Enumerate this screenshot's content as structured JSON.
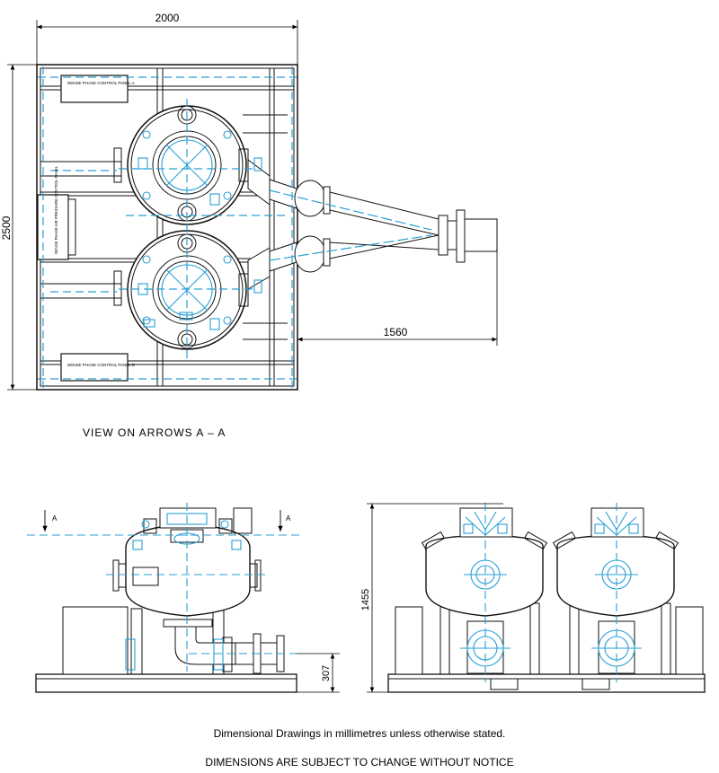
{
  "dimensions": {
    "width": "2000",
    "length": "2500",
    "outlet_offset": "1560",
    "height": "1455",
    "outlet_height": "307"
  },
  "plan_view": {
    "caption": "VIEW  ON  ARROWS  A  –  A",
    "panel_top": "DENSE PHASE CONTROL PANEL A",
    "panel_middle": "DENSE PHASE AIR PRESSURE CONTROL PANEL",
    "panel_bottom": "DENSE PHASE CONTROL PANEL B"
  },
  "section_marks": {
    "left": "A",
    "right": "A"
  },
  "notes": {
    "units": "Dimensional Drawings in millimetres unless otherwise stated.",
    "disclaimer": "DIMENSIONS ARE SUBJECT TO CHANGE WITHOUT NOTICE"
  },
  "colors": {
    "line": "#111111",
    "center": "#2a9fd6"
  }
}
